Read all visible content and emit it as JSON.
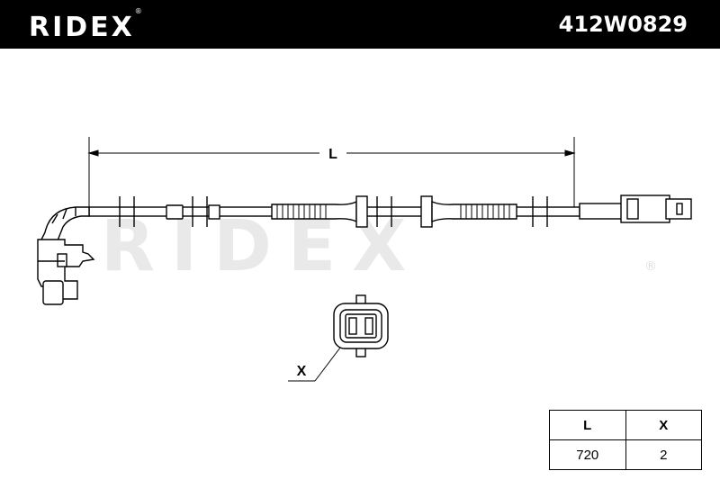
{
  "header": {
    "brand": "RIDEX",
    "registered_mark": "®",
    "part_number": "412W0829"
  },
  "watermark": {
    "text": "RIDEX",
    "registered_mark": "®"
  },
  "drawing": {
    "length_label": "L",
    "connector_label": "X"
  },
  "spec_table": {
    "headers": [
      "L",
      "X"
    ],
    "values": [
      "720",
      "2"
    ]
  }
}
